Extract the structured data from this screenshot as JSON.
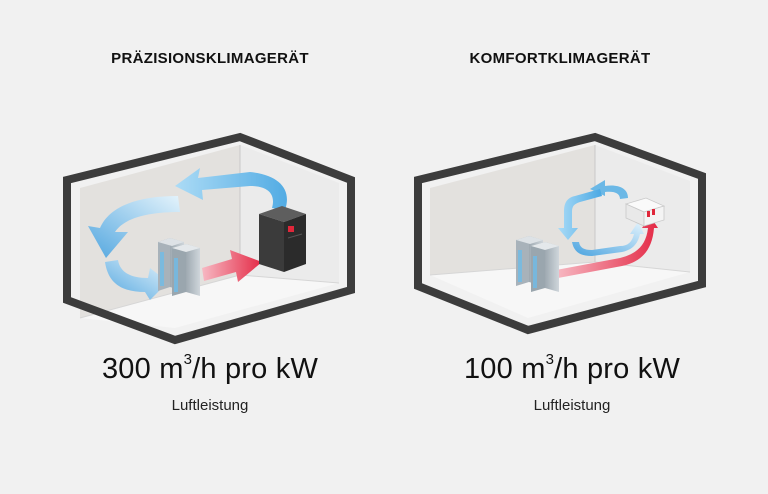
{
  "panels": [
    {
      "title": "PRÄZISIONSKLIMAGERÄT",
      "value": "300",
      "unit_base": "m",
      "unit_exp": "3",
      "unit_rest": "/h pro kW",
      "caption": "Luftleistung"
    },
    {
      "title": "KOMFORTKLIMAGERÄT",
      "value": "100",
      "unit_base": "m",
      "unit_exp": "3",
      "unit_rest": "/h pro kW",
      "caption": "Luftleistung"
    }
  ],
  "colors": {
    "background": "#f1f1f1",
    "room_outline": "#3c3c3c",
    "cold_air": "#63b7e8",
    "warm_air": "#e8304a",
    "rack": "#b9c4cc",
    "precision_unit": "#3a3a3a",
    "indicator": "#e0273a"
  },
  "icons": [
    "room-cutaway",
    "server-rack-icon",
    "precision-ac-unit-icon",
    "wall-split-ac-unit-icon",
    "cold-air-arrow-icon",
    "warm-air-arrow-icon"
  ]
}
